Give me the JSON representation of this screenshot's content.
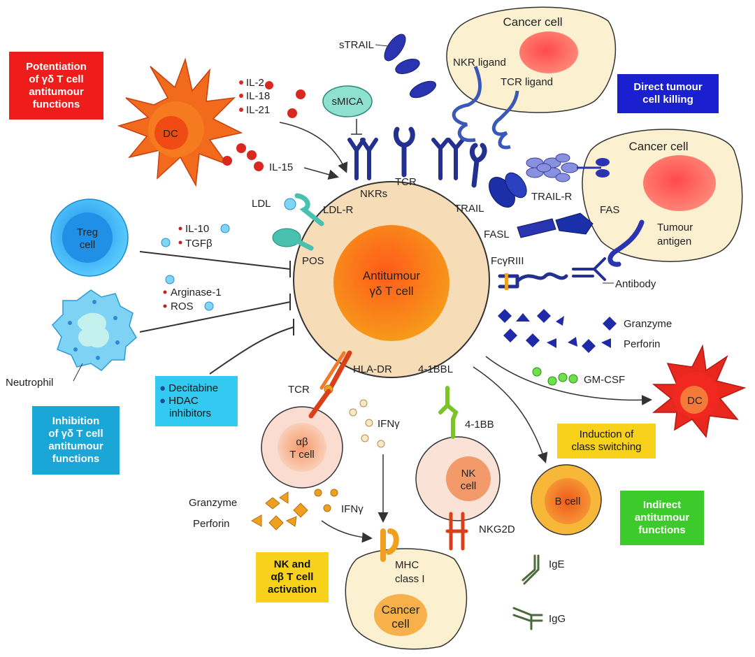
{
  "colors": {
    "red_box": "#ef1c1c",
    "blue_box": "#1a1fd0",
    "cyan_box": "#1aa7d8",
    "light_cyan_box": "#33c9f0",
    "yellow_box": "#f8d21a",
    "green_box": "#3ccb2a",
    "central_cell": "#f7d9b3",
    "nucleus": "#f47a10",
    "dc": "#f26a1b",
    "receptor_blue": "#24308f",
    "cytokine_red": "#d9281f"
  },
  "boxes": {
    "potentiation": [
      "Potentiation",
      "of γδ T cell",
      "antitumour",
      "functions"
    ],
    "direct_killing": [
      "Direct tumour",
      "cell killing"
    ],
    "inhibition": [
      "Inhibition",
      "of γδ T cell",
      "antitumour",
      "functions"
    ],
    "drugs": [
      "Decitabine",
      "HDAC",
      "inhibitors"
    ],
    "class_switching": [
      "Induction of",
      "class switching"
    ],
    "indirect": [
      "Indirect",
      "antitumour",
      "functions"
    ],
    "activation": [
      "NK and",
      "αβ T cell",
      "activation"
    ]
  },
  "cells": {
    "central": [
      "Antitumour",
      "γδ T cell"
    ],
    "dc_left": "DC",
    "dc_right": "DC",
    "treg": [
      "Treg",
      "cell"
    ],
    "neutrophil": "Neutrophil",
    "cancer_top": "Cancer cell",
    "cancer_right": "Cancer cell",
    "cancer_bottom": [
      "Cancer",
      "cell"
    ],
    "ab_t": [
      "αβ",
      "T cell"
    ],
    "nk": [
      "NK",
      "cell"
    ],
    "b_cell": "B cell"
  },
  "cytokines": {
    "il2": "IL-2",
    "il18": "IL-18",
    "il21": "IL-21",
    "il15": "IL-15",
    "il10": "IL-10",
    "tgfb": "TGFβ",
    "arginase": "Arginase-1",
    "ros": "ROS",
    "gmcsf": "GM-CSF",
    "ifng_top": "IFNγ",
    "ifng_bottom": "IFNγ"
  },
  "receptors": {
    "strail": "sTRAIL",
    "smica": "sMICA",
    "nkrs": "NKRs",
    "tcr": "TCR",
    "trail": "TRAIL",
    "nkr_ligand": "NKR ligand",
    "tcr_ligand": "TCR ligand",
    "ldl": "LDL",
    "ldlr": "LDL-R",
    "pos": "POS",
    "trail_r": "TRAIL-R",
    "fas": "FAS",
    "fasl": "FASL",
    "tumour_antigen": [
      "Tumour",
      "antigen"
    ],
    "fcgr": "FcγRIII",
    "antibody": "Antibody",
    "granzyme_right": "Granzyme",
    "perforin_right": "Perforin",
    "hla_dr": "HLA-DR",
    "bbl": "4-1BBL",
    "tcr_bottom": "TCR",
    "bb": "4-1BB",
    "nkg2d": "NKG2D",
    "mhc": [
      "MHC",
      "class I"
    ],
    "granzyme_left": "Granzyme",
    "perforin_left": "Perforin",
    "ige": "IgE",
    "igg": "IgG"
  }
}
